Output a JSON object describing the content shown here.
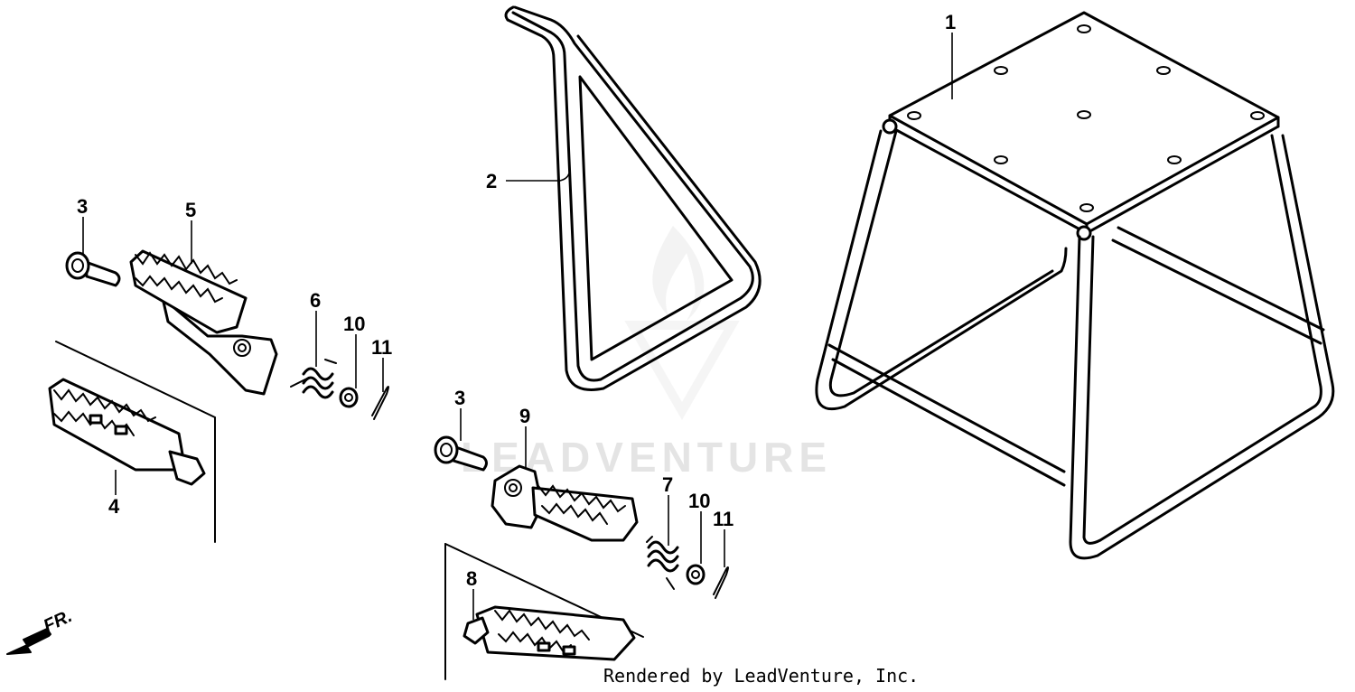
{
  "diagram": {
    "callouts": {
      "c1": "1",
      "c2": "2",
      "c3a": "3",
      "c3b": "3",
      "c4": "4",
      "c5": "5",
      "c6": "6",
      "c7": "7",
      "c8": "8",
      "c9": "9",
      "c10a": "10",
      "c10b": "10",
      "c11a": "11",
      "c11b": "11"
    },
    "direction_label": "FR.",
    "watermark": "LEADVENTURE"
  },
  "footer": {
    "text": "Rendered by LeadVenture, Inc."
  }
}
